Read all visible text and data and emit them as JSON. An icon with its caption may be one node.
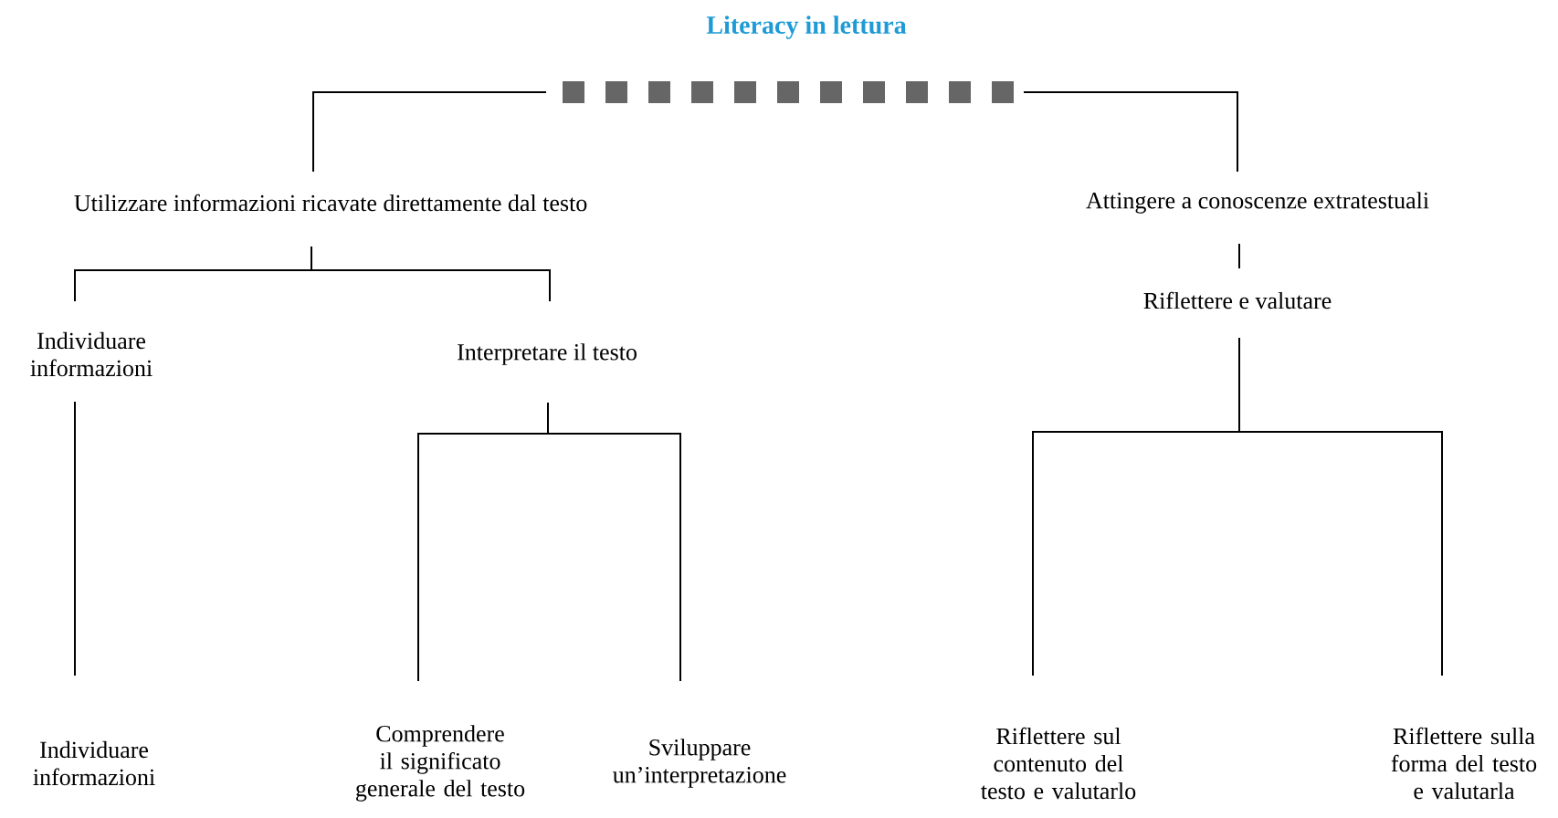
{
  "diagram": {
    "title": "Literacy in lettura",
    "nodes": [
      {
        "text": [],
        "shape": "bar"
      },
      {
        "text": [
          "Utilizzare informazioni ricavate direttamente dal testo"
        ]
      },
      {
        "text": [
          "Attingere a conoscenze extratestuali"
        ]
      },
      {
        "text": [
          "Individuare informazioni"
        ]
      },
      {
        "text": [
          "Interpretare il testo"
        ]
      },
      {
        "text": [
          "Riflettere e valutare"
        ]
      },
      {
        "text": [
          "Individuare informazioni"
        ]
      },
      {
        "text": [
          "Comprendere il significato generale del testo"
        ]
      },
      {
        "text": [
          "Sviluppare un’interpretazione"
        ]
      },
      {
        "text": [
          "Riflettere sul contenuto del testo e valutarlo"
        ]
      },
      {
        "text": [
          "Riflettere sulla forma del testo e valutarla"
        ]
      }
    ],
    "edges": [
      {
        "from": 0,
        "to": 1,
        "arrow": "none"
      },
      {
        "from": 0,
        "to": 2,
        "arrow": "none"
      },
      {
        "from": 1,
        "to": 3,
        "arrow": "none"
      },
      {
        "from": 1,
        "to": 4,
        "arrow": "none"
      },
      {
        "from": 2,
        "to": 5,
        "arrow": "none"
      },
      {
        "from": 3,
        "to": 6,
        "arrow": "none"
      },
      {
        "from": 4,
        "to": 7,
        "arrow": "none"
      },
      {
        "from": 4,
        "to": 8,
        "arrow": "none"
      },
      {
        "from": 5,
        "to": 9,
        "arrow": "none"
      },
      {
        "from": 5,
        "to": 10,
        "arrow": "none"
      }
    ]
  }
}
